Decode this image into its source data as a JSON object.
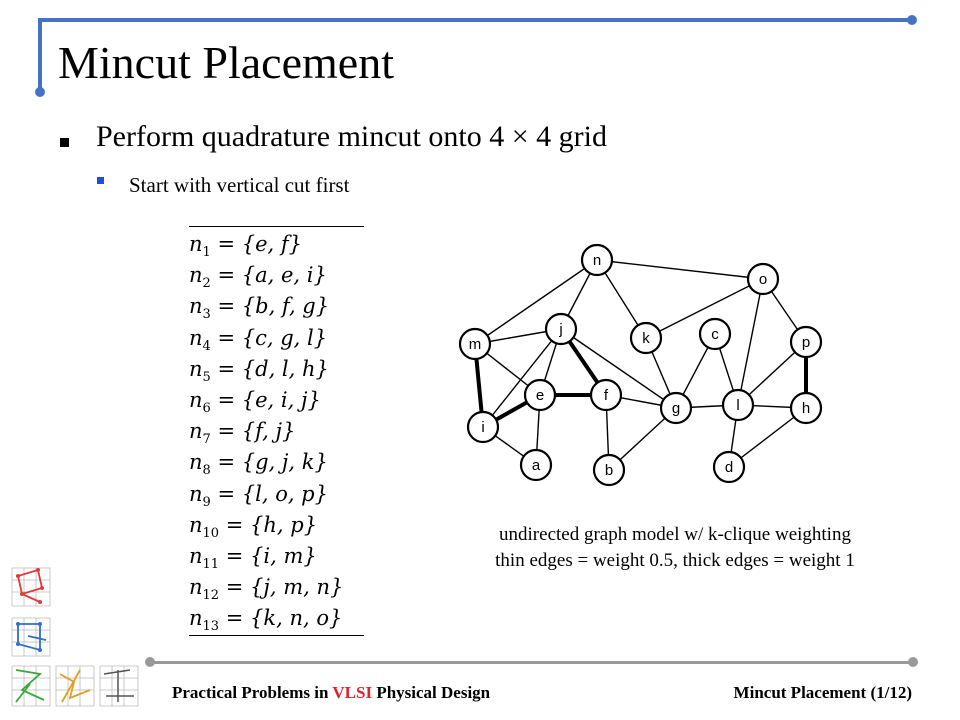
{
  "slide": {
    "title": "Mincut Placement",
    "bullets": [
      "Perform quadrature mincut onto 4 × 4 grid",
      "Start with vertical cut first"
    ]
  },
  "nets": [
    {
      "sub": "1",
      "members": "{e, f}"
    },
    {
      "sub": "2",
      "members": "{a, e, i}"
    },
    {
      "sub": "3",
      "members": "{b, f, g}"
    },
    {
      "sub": "4",
      "members": "{c, g, l}"
    },
    {
      "sub": "5",
      "members": "{d, l, h}"
    },
    {
      "sub": "6",
      "members": "{e, i, j}"
    },
    {
      "sub": "7",
      "members": "{f, j}"
    },
    {
      "sub": "8",
      "members": "{g, j, k}"
    },
    {
      "sub": "9",
      "members": "{l, o, p}"
    },
    {
      "sub": "10",
      "members": "{h, p}"
    },
    {
      "sub": "11",
      "members": "{i, m}"
    },
    {
      "sub": "12",
      "members": "{j, m, n}"
    },
    {
      "sub": "13",
      "members": "{k, n, o}"
    }
  ],
  "graph": {
    "nodes": [
      "n",
      "o",
      "m",
      "j",
      "k",
      "c",
      "p",
      "e",
      "f",
      "g",
      "l",
      "h",
      "i",
      "a",
      "b",
      "d"
    ],
    "thin_edges": [
      [
        "n",
        "o"
      ],
      [
        "n",
        "m"
      ],
      [
        "n",
        "j"
      ],
      [
        "n",
        "k"
      ],
      [
        "o",
        "k"
      ],
      [
        "o",
        "l"
      ],
      [
        "o",
        "p"
      ],
      [
        "m",
        "j"
      ],
      [
        "m",
        "e"
      ],
      [
        "j",
        "e"
      ],
      [
        "j",
        "i"
      ],
      [
        "j",
        "g"
      ],
      [
        "e",
        "a"
      ],
      [
        "i",
        "a"
      ],
      [
        "f",
        "b"
      ],
      [
        "f",
        "g"
      ],
      [
        "g",
        "b"
      ],
      [
        "g",
        "l"
      ],
      [
        "g",
        "c"
      ],
      [
        "c",
        "l"
      ],
      [
        "l",
        "h"
      ],
      [
        "l",
        "d"
      ],
      [
        "h",
        "d"
      ],
      [
        "l",
        "p"
      ],
      [
        "k",
        "g"
      ]
    ],
    "thick_edges": [
      [
        "m",
        "i"
      ],
      [
        "i",
        "e"
      ],
      [
        "e",
        "f"
      ],
      [
        "j",
        "f"
      ],
      [
        "p",
        "h"
      ]
    ]
  },
  "caption": {
    "line1": "undirected graph model w/ k-clique weighting",
    "line2": "thin edges = weight 0.5, thick edges = weight 1"
  },
  "footer": {
    "left_part1": "Practical Problems in ",
    "left_highlight": "VLSI",
    "left_part2": " Physical Design",
    "right": "Mincut Placement (1/12)"
  },
  "colors": {
    "frame": "#4472c4",
    "bullet_sub": "#1f4fd8",
    "footer_highlight": "#e8202a",
    "footer_rule": "#999999"
  }
}
